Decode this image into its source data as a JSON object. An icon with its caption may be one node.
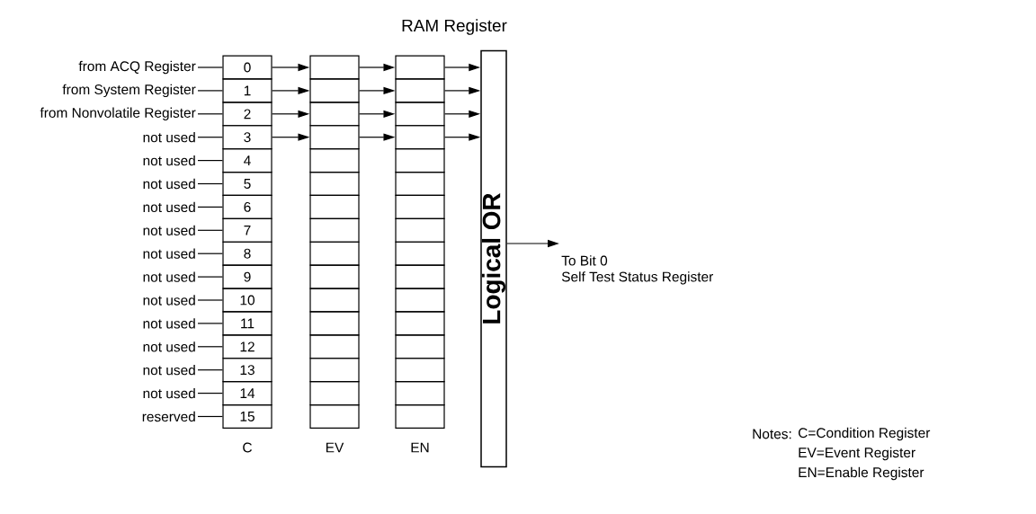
{
  "diagram": {
    "title": "RAM Register",
    "nodes": [
      {
        "text": [
          "from ACQ Register"
        ]
      },
      {
        "text": [
          "from System Register"
        ]
      },
      {
        "text": [
          "from Nonvolatile Register"
        ]
      },
      {
        "text": [
          "not used"
        ]
      },
      {
        "text": [
          "not used"
        ]
      },
      {
        "text": [
          "not used"
        ]
      },
      {
        "text": [
          "not used"
        ]
      },
      {
        "text": [
          "not used"
        ]
      },
      {
        "text": [
          "not used"
        ]
      },
      {
        "text": [
          "not used"
        ]
      },
      {
        "text": [
          "not used"
        ]
      },
      {
        "text": [
          "not used"
        ]
      },
      {
        "text": [
          "not used"
        ]
      },
      {
        "text": [
          "not used"
        ]
      },
      {
        "text": [
          "not used"
        ]
      },
      {
        "text": [
          "reserved"
        ]
      },
      {
        "text": [
          "0"
        ]
      },
      {
        "text": [
          "1"
        ]
      },
      {
        "text": [
          "2"
        ]
      },
      {
        "text": [
          "3"
        ]
      },
      {
        "text": [
          "4"
        ]
      },
      {
        "text": [
          "5"
        ]
      },
      {
        "text": [
          "6"
        ]
      },
      {
        "text": [
          "7"
        ]
      },
      {
        "text": [
          "8"
        ]
      },
      {
        "text": [
          "9"
        ]
      },
      {
        "text": [
          "10"
        ]
      },
      {
        "text": [
          "11"
        ]
      },
      {
        "text": [
          "12"
        ]
      },
      {
        "text": [
          "13"
        ]
      },
      {
        "text": [
          "14"
        ]
      },
      {
        "text": [
          "15"
        ]
      },
      {
        "text": [],
        "shape": "box"
      },
      {
        "text": [],
        "shape": "box"
      },
      {
        "text": [],
        "shape": "box"
      },
      {
        "text": [],
        "shape": "box"
      },
      {
        "text": [],
        "shape": "box"
      },
      {
        "text": [],
        "shape": "box"
      },
      {
        "text": [],
        "shape": "box"
      },
      {
        "text": [],
        "shape": "box"
      },
      {
        "text": [],
        "shape": "box"
      },
      {
        "text": [],
        "shape": "box"
      },
      {
        "text": [],
        "shape": "box"
      },
      {
        "text": [],
        "shape": "box"
      },
      {
        "text": [],
        "shape": "box"
      },
      {
        "text": [],
        "shape": "box"
      },
      {
        "text": [],
        "shape": "box"
      },
      {
        "text": [],
        "shape": "box"
      },
      {
        "text": [],
        "shape": "box"
      },
      {
        "text": [],
        "shape": "box"
      },
      {
        "text": [],
        "shape": "box"
      },
      {
        "text": [],
        "shape": "box"
      },
      {
        "text": [],
        "shape": "box"
      },
      {
        "text": [],
        "shape": "box"
      },
      {
        "text": [],
        "shape": "box"
      },
      {
        "text": [],
        "shape": "box"
      },
      {
        "text": [],
        "shape": "box"
      },
      {
        "text": [],
        "shape": "box"
      },
      {
        "text": [],
        "shape": "box"
      },
      {
        "text": [],
        "shape": "box"
      },
      {
        "text": [],
        "shape": "box"
      },
      {
        "text": [],
        "shape": "box"
      },
      {
        "text": [],
        "shape": "box"
      },
      {
        "text": [],
        "shape": "box"
      },
      {
        "text": [
          "Logical OR"
        ]
      },
      {
        "text": [
          "To Bit 0",
          "Self Test Status Register"
        ]
      }
    ],
    "edges": [
      {
        "from": 0,
        "to": 16,
        "arrow": "none"
      },
      {
        "from": 1,
        "to": 17,
        "arrow": "none"
      },
      {
        "from": 2,
        "to": 18,
        "arrow": "none"
      },
      {
        "from": 3,
        "to": 19,
        "arrow": "none"
      },
      {
        "from": 4,
        "to": 20,
        "arrow": "none"
      },
      {
        "from": 5,
        "to": 21,
        "arrow": "none"
      },
      {
        "from": 6,
        "to": 22,
        "arrow": "none"
      },
      {
        "from": 7,
        "to": 23,
        "arrow": "none"
      },
      {
        "from": 8,
        "to": 24,
        "arrow": "none"
      },
      {
        "from": 9,
        "to": 25,
        "arrow": "none"
      },
      {
        "from": 10,
        "to": 26,
        "arrow": "none"
      },
      {
        "from": 11,
        "to": 27,
        "arrow": "none"
      },
      {
        "from": 12,
        "to": 28,
        "arrow": "none"
      },
      {
        "from": 13,
        "to": 29,
        "arrow": "none"
      },
      {
        "from": 14,
        "to": 30,
        "arrow": "none"
      },
      {
        "from": 15,
        "to": 31,
        "arrow": "none"
      },
      {
        "from": 16,
        "to": 32,
        "arrow": "to"
      },
      {
        "from": 17,
        "to": 33,
        "arrow": "to"
      },
      {
        "from": 18,
        "to": 34,
        "arrow": "to"
      },
      {
        "from": 19,
        "to": 35,
        "arrow": "to"
      },
      {
        "from": 32,
        "to": 48,
        "arrow": "to"
      },
      {
        "from": 33,
        "to": 49,
        "arrow": "to"
      },
      {
        "from": 34,
        "to": 50,
        "arrow": "to"
      },
      {
        "from": 35,
        "to": 51,
        "arrow": "to"
      },
      {
        "from": 48,
        "to": 64,
        "arrow": "to"
      },
      {
        "from": 49,
        "to": 64,
        "arrow": "to"
      },
      {
        "from": 50,
        "to": 64,
        "arrow": "to"
      },
      {
        "from": 51,
        "to": 64,
        "arrow": "to"
      },
      {
        "from": 64,
        "to": 65,
        "arrow": "to"
      }
    ],
    "labels": [
      "C",
      "EV",
      "EN",
      "Notes:",
      "C=Condition Register",
      "EV=Event Register",
      "EN=Enable Register"
    ]
  }
}
